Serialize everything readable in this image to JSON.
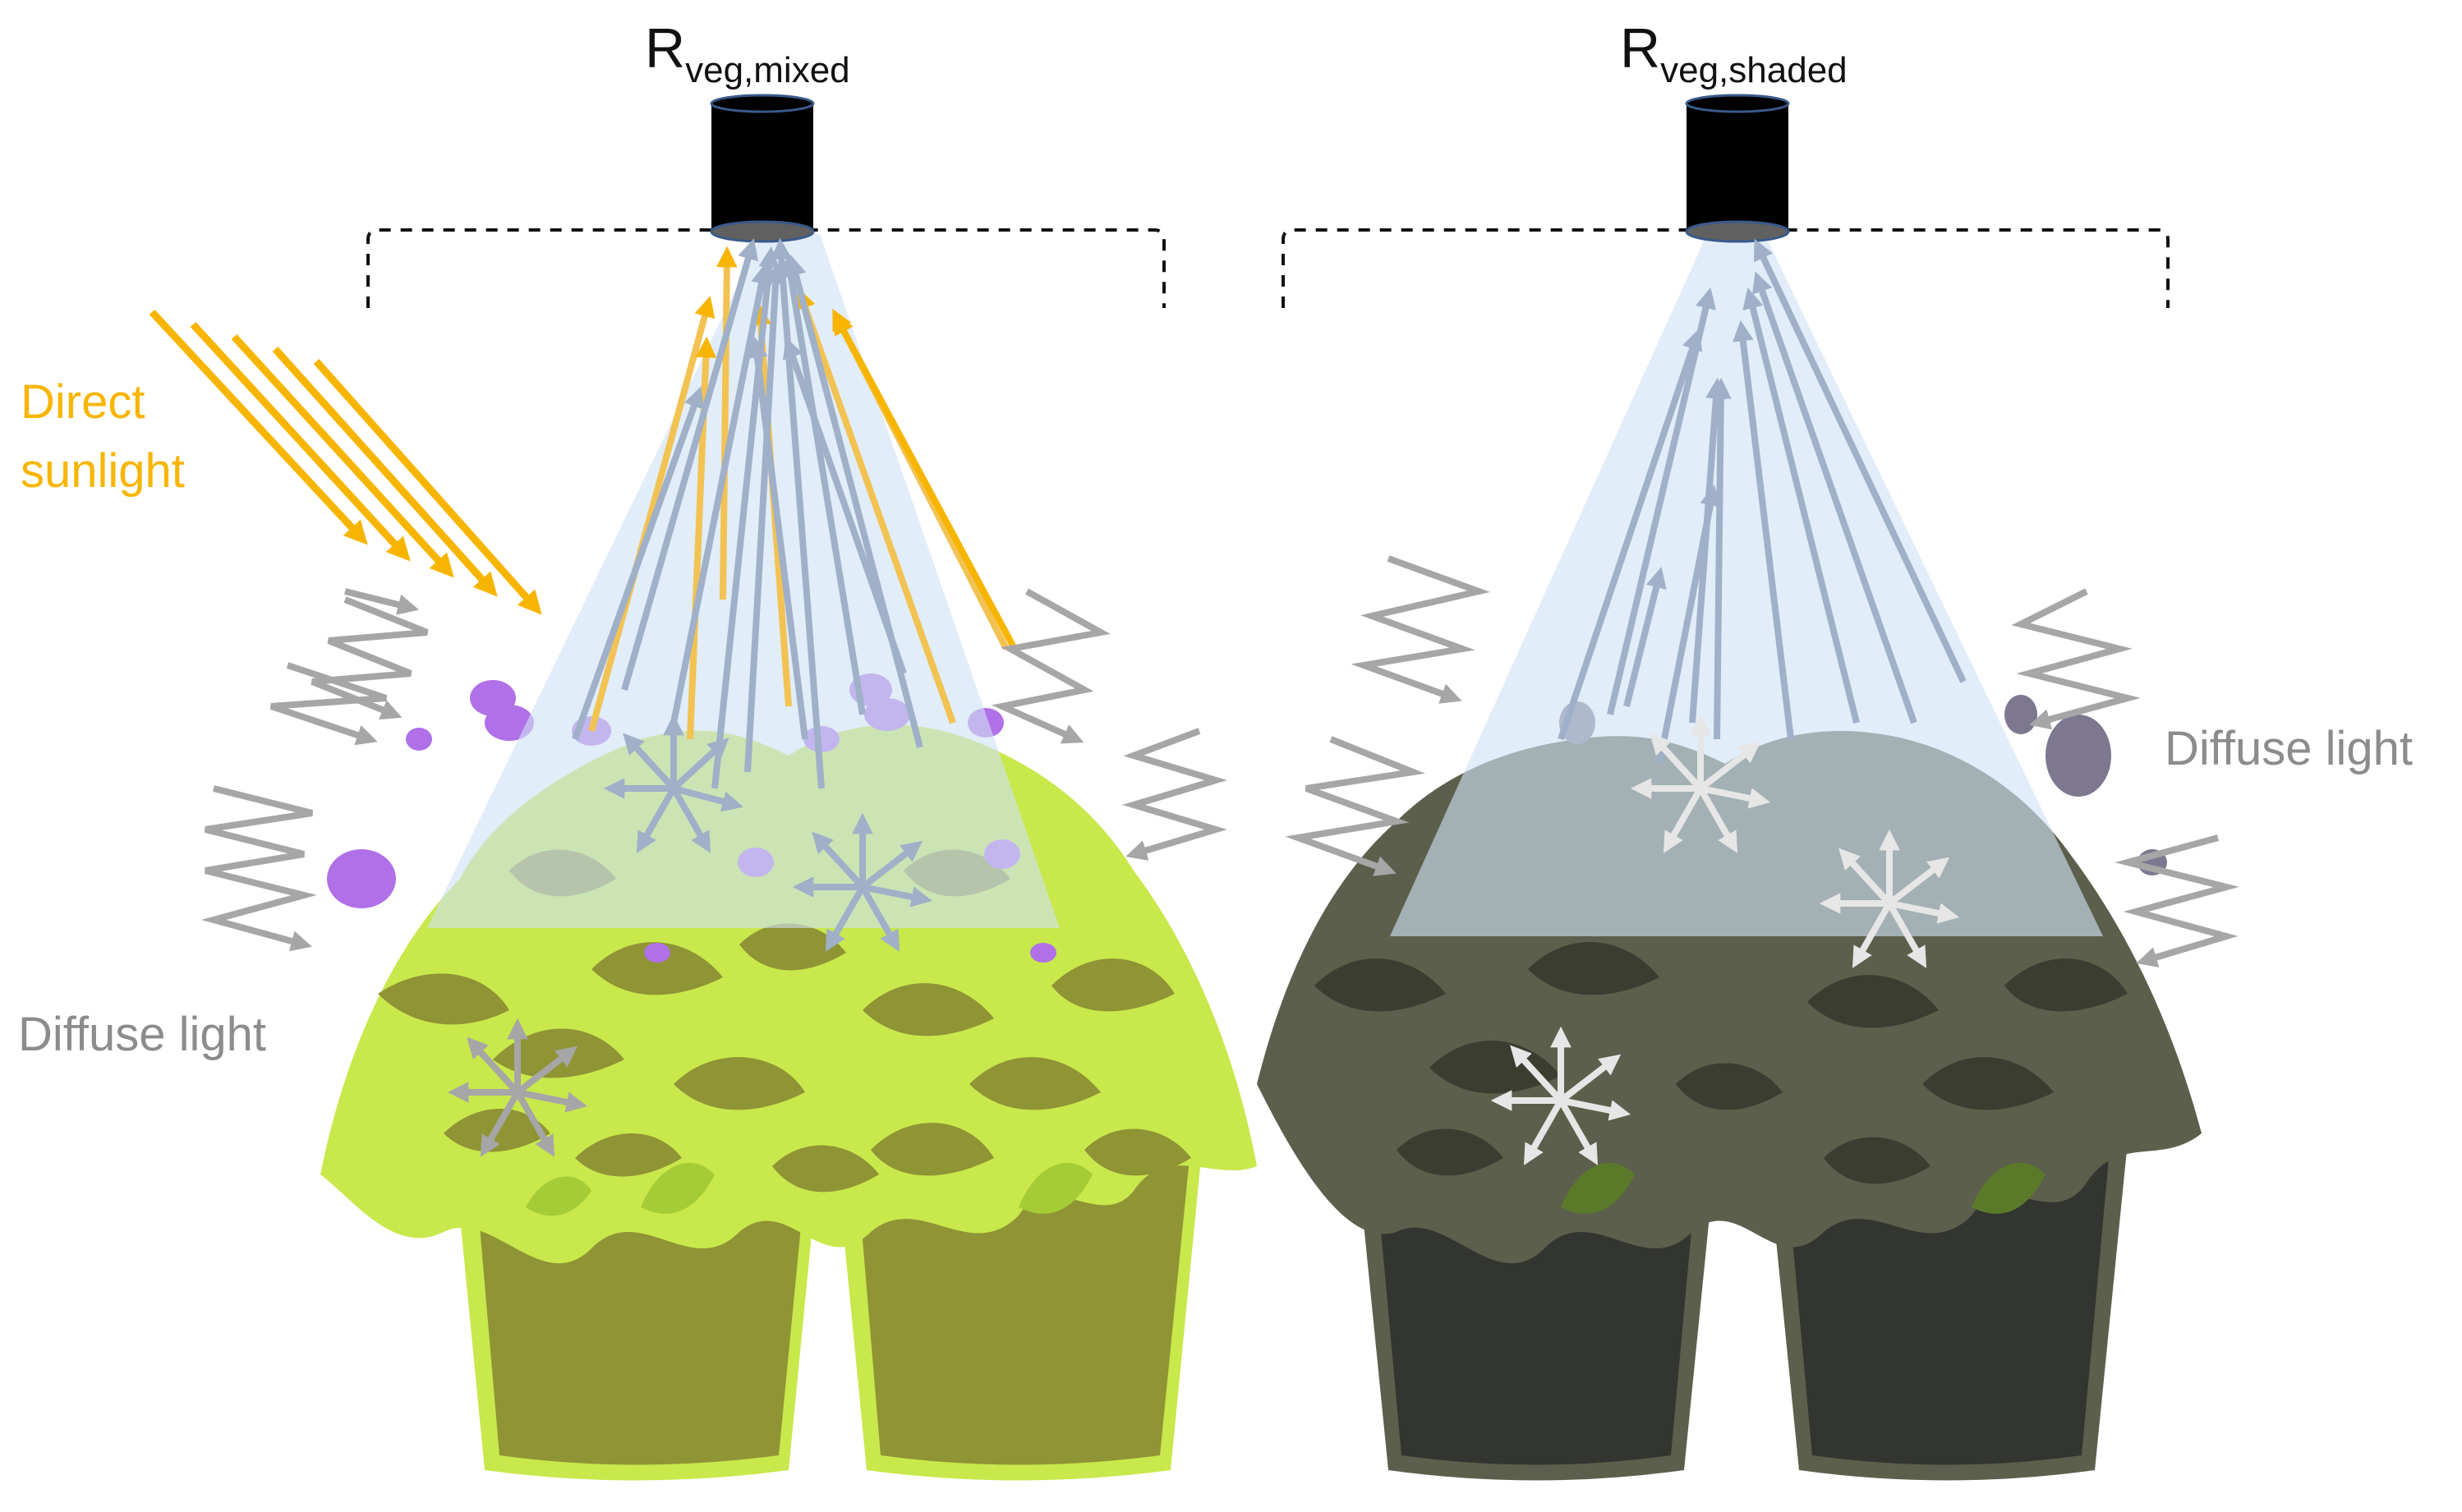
{
  "sensors": {
    "mixed": {
      "main": "R",
      "sub": "veg,mixed"
    },
    "shaded": {
      "main": "R",
      "sub": "veg,shaded"
    }
  },
  "labels": {
    "direct_line1": "Direct",
    "direct_line2": "sunlight",
    "diffuse_left": "Diffuse light",
    "diffuse_right": "Diffuse light"
  },
  "colors": {
    "direct_sunlight": "#f7b500",
    "diffuse_arrow": "#a6a6a6",
    "reflected_arrow": "#9fb0c8",
    "sensor_body": "#000000",
    "sensor_fov": "#cfe2f3",
    "sunlit_foliage": "#c9e84c",
    "sunlit_pot": "#8f9435",
    "shaded_foliage": "#5c5f4c",
    "shaded_pot": "#333530",
    "flower": "#b070e8"
  }
}
